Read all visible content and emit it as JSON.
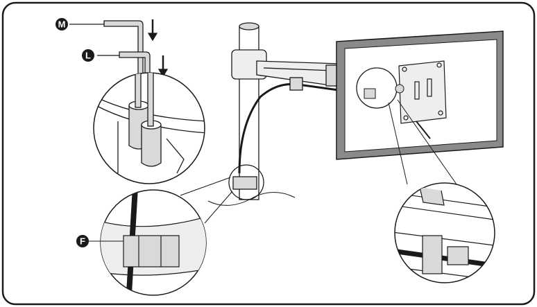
{
  "diagram": {
    "callouts": [
      {
        "id": "M",
        "label": "M",
        "part": "long-hex-key"
      },
      {
        "id": "L",
        "label": "L",
        "part": "short-hex-key"
      },
      {
        "id": "F",
        "label": "F",
        "part": "cable-clip"
      }
    ],
    "colors": {
      "line": "#1a1a1a",
      "metal_fill": "#d9d9d9",
      "monitor_frame": "#8a8a8a",
      "screen_fill": "#ffffff",
      "callout_fill": "#1a1a1a"
    }
  }
}
